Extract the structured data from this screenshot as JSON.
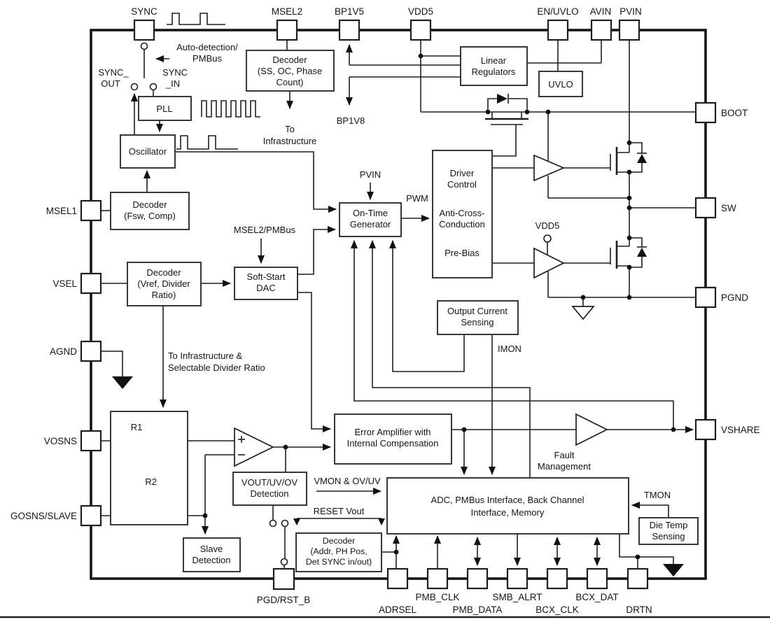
{
  "title": "Power converter IC functional block diagram",
  "colors": {
    "line": "#1f1f1f",
    "box_stroke": "#2e2e2e",
    "text": "#151515",
    "background": "#ffffff"
  },
  "pins": {
    "top": {
      "sync": "SYNC",
      "msel2": "MSEL2",
      "bp1v5": "BP1V5",
      "vdd5": "VDD5",
      "en_uvlo": "EN/UVLO",
      "avin": "AVIN",
      "pvin": "PVIN"
    },
    "right": {
      "boot": "BOOT",
      "sw": "SW",
      "pgnd": "PGND",
      "vshare": "VSHARE"
    },
    "left": {
      "msel1": "MSEL1",
      "vsel": "VSEL",
      "agnd": "AGND",
      "vosns": "VOSNS",
      "gosns": "GOSNS/SLAVE"
    },
    "bottom": {
      "pgd": "PGD/RST_B",
      "adrsel": "ADRSEL",
      "pmb_clk": "PMB_CLK",
      "pmb_data": "PMB_DATA",
      "smb_alrt": "SMB_ALRT",
      "bcx_clk": "BCX_CLK",
      "bcx_dat": "BCX_DAT",
      "drtn": "DRTN"
    }
  },
  "blocks": {
    "decoder_ss": [
      "Decoder",
      "(SS, OC, Phase",
      "Count)"
    ],
    "pll": [
      "PLL"
    ],
    "oscillator": [
      "Oscillator"
    ],
    "decoder_fsw": [
      "Decoder",
      "(Fsw, Comp)"
    ],
    "decoder_vref": [
      "Decoder",
      "(Vref, Divider",
      "Ratio)"
    ],
    "soft_start": [
      "Soft-Start",
      "DAC"
    ],
    "on_time": [
      "On-Time",
      "Generator"
    ],
    "driver": [
      "Driver",
      "Control",
      "Anti-Cross-",
      "Conduction",
      "Pre-Bias"
    ],
    "linear_reg": [
      "Linear",
      "Regulators"
    ],
    "uvlo": [
      "UVLO"
    ],
    "ocs": [
      "Output Current",
      "Sensing"
    ],
    "error_amp": [
      "Error Amplifier with",
      "Internal Compensation"
    ],
    "adc": [
      "ADC, PMBus Interface, Back Channel",
      "Interface,  Memory"
    ],
    "die_temp": [
      "Die Temp",
      "Sensing"
    ],
    "vout_det": [
      "VOUT/UV/OV",
      "Detection"
    ],
    "slave_det": [
      "Slave",
      "Detection"
    ],
    "decoder_addr": [
      "Decoder",
      "(Addr, PH Pos,",
      "Det SYNC in/out)"
    ]
  },
  "labels": {
    "auto_detect": [
      "Auto-detection/",
      "PMBus"
    ],
    "sync_out": [
      "SYNC_",
      "OUT"
    ],
    "sync_in": [
      "SYNC",
      "_IN"
    ],
    "to_infra": [
      "To",
      "Infrastructure"
    ],
    "bp1v8": "BP1V8",
    "msel2_pmbus": "MSEL2/PMBus",
    "pvin_int": "PVIN",
    "pwm": "PWM",
    "vdd5_int": "VDD5",
    "imon": "IMON",
    "tmon": "TMON",
    "fault": [
      "Fault",
      "Management"
    ],
    "vmon": "VMON & OV/UV",
    "reset_vout": "RESET Vout",
    "infra_divider": [
      "To Infrastructure &",
      "Selectable Divider Ratio"
    ],
    "r1": "R1",
    "r2": "R2"
  }
}
